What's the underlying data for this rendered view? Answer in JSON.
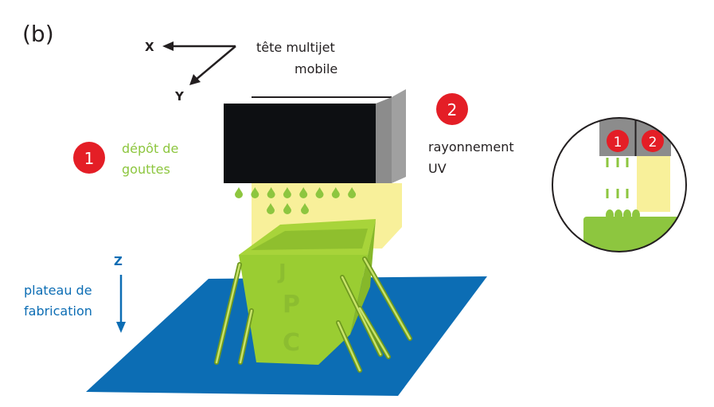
{
  "panel_label": "(b)",
  "axes": {
    "x": "X",
    "y": "Y",
    "z": "Z"
  },
  "head_label": [
    "tête multijet",
    "mobile"
  ],
  "step1": {
    "number": "1",
    "label": [
      "dépôt de",
      "gouttes"
    ]
  },
  "step2": {
    "number": "2",
    "label": [
      "rayonnement",
      "UV"
    ]
  },
  "plate_label": [
    "plateau de",
    "fabrication"
  ],
  "part_letters": [
    "J",
    "P",
    "C"
  ],
  "inset": {
    "numbers": [
      "1",
      "2"
    ]
  },
  "colors": {
    "red": "#e41e26",
    "green": "#8dc63f",
    "blue": "#0c6db4",
    "yellow": "#f8f09a",
    "text": "#231f20"
  }
}
